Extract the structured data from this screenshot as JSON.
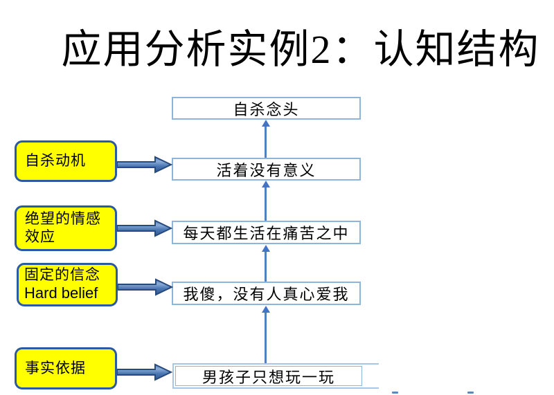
{
  "slide": {
    "title": "应用分析实例2：认知结构"
  },
  "diagram": {
    "flow_boxes": [
      {
        "name": "suicidal-thoughts",
        "label": "自杀念头"
      },
      {
        "name": "life-meaningless",
        "label": "活着没有意义"
      },
      {
        "name": "daily-pain",
        "label": "每天都生活在痛苦之中"
      },
      {
        "name": "unloved-belief",
        "label": "我傻，没有人真心爱我"
      },
      {
        "name": "boy-just-playing",
        "label": "男孩子只想玩一玩"
      }
    ],
    "side_labels": [
      {
        "name": "suicide-motive",
        "lines": [
          "自杀动机"
        ]
      },
      {
        "name": "despair-emotional-effect",
        "lines": [
          "绝望的情感",
          "效应"
        ]
      },
      {
        "name": "fixed-belief",
        "lines": [
          "固定的信念",
          "Hard belief"
        ]
      },
      {
        "name": "factual-basis",
        "lines": [
          "事实依据"
        ]
      }
    ],
    "colors": {
      "flow_box_border": "#8eb4dc",
      "connector_blue": "#4472c4",
      "arrow_fill": "#3e6cb0",
      "arrow_outline": "#27497c",
      "label_fill": "#ffff00",
      "label_border": "#2b5aa1"
    }
  }
}
